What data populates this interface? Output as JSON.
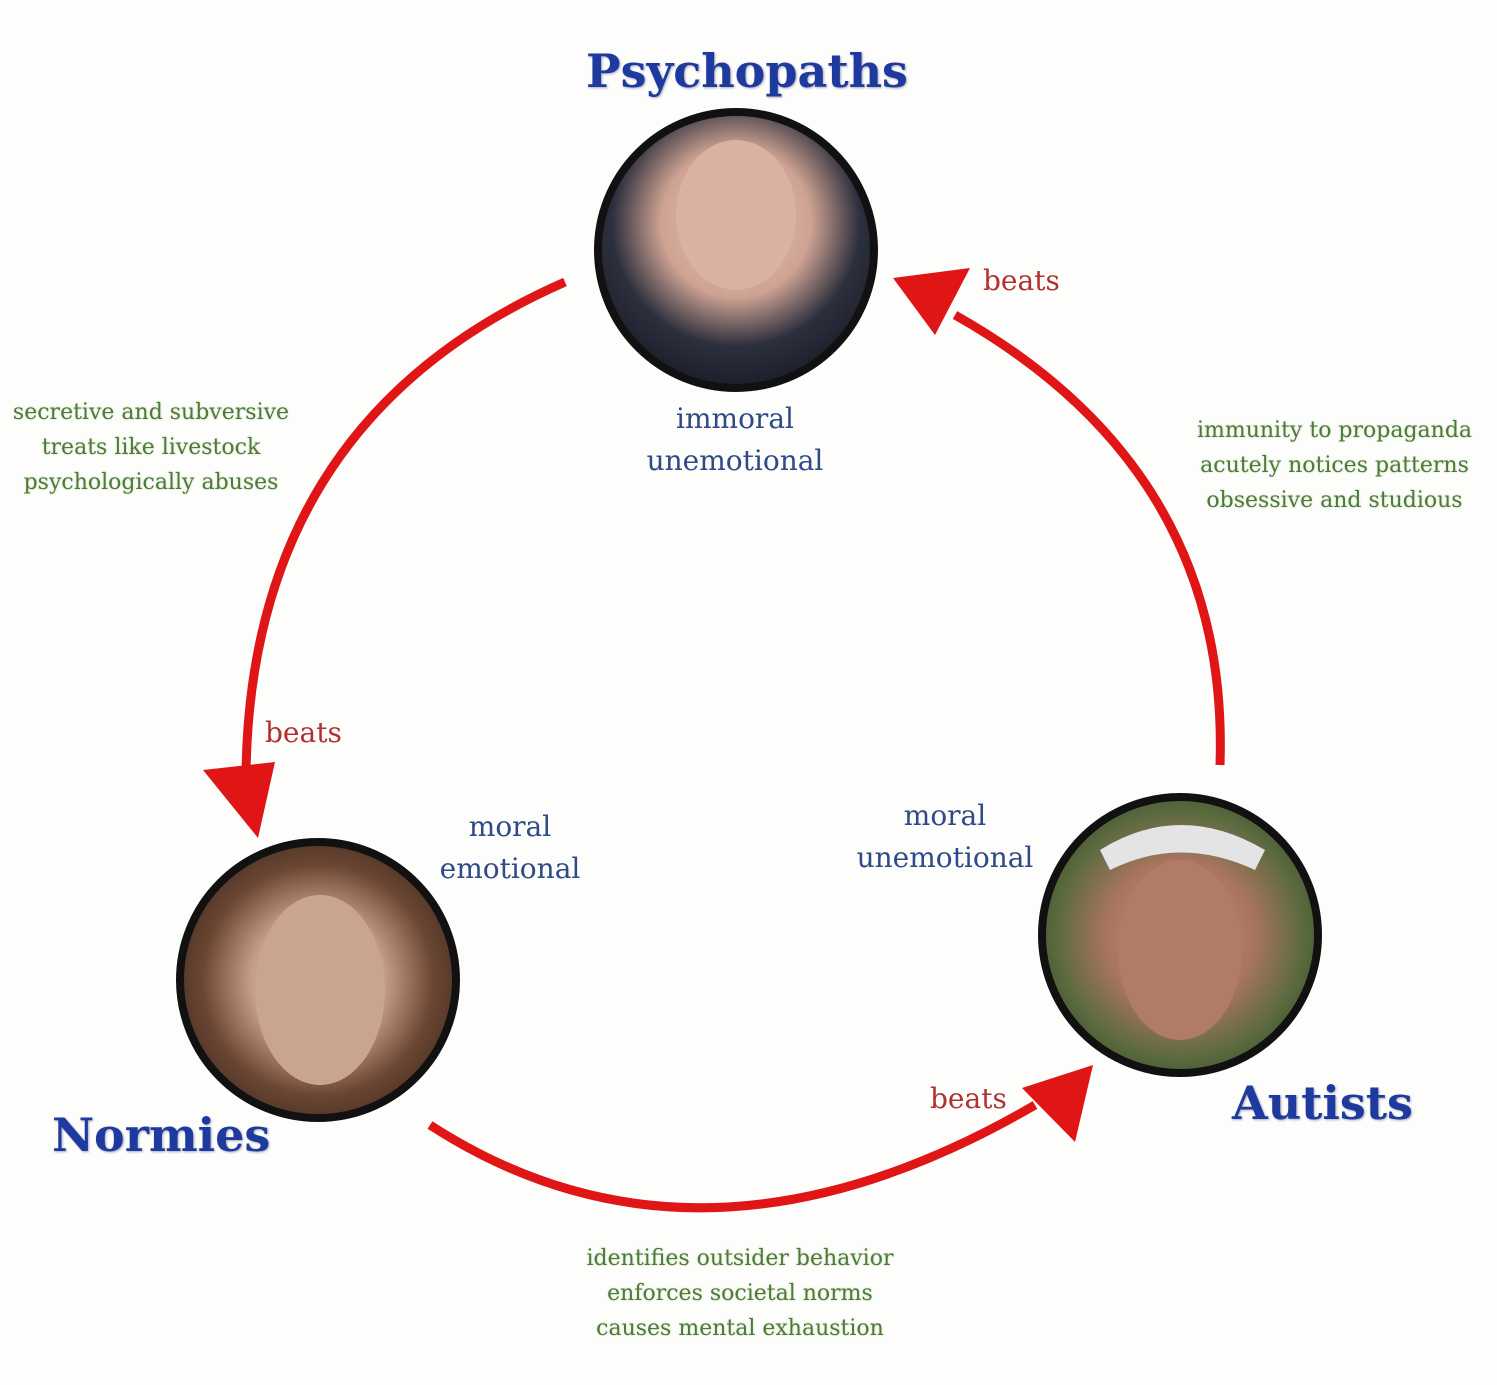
{
  "nodes": {
    "psychopaths": {
      "title": "Psychopaths",
      "traits": [
        "immoral",
        "unemotional"
      ]
    },
    "normies": {
      "title": "Normies",
      "traits": [
        "moral",
        "emotional"
      ]
    },
    "autists": {
      "title": "Autists",
      "traits": [
        "moral",
        "unemotional"
      ]
    }
  },
  "edges": {
    "psychopaths_to_normies": {
      "label": "beats",
      "reasons": [
        "secretive and subversive",
        "treats like livestock",
        "psychologically abuses"
      ]
    },
    "normies_to_autists": {
      "label": "beats",
      "reasons": [
        "identifies outsider behavior",
        "enforces societal norms",
        "causes mental exhaustion"
      ]
    },
    "autists_to_psychopaths": {
      "label": "beats",
      "reasons": [
        "immunity to propaganda",
        "acutely notices patterns",
        "obsessive and studious"
      ]
    }
  },
  "colors": {
    "arrow": "#e01515",
    "title": "#1f3a9e",
    "trait": "#2f4a86",
    "reason": "#4e7a38",
    "beats": "#b23030"
  }
}
